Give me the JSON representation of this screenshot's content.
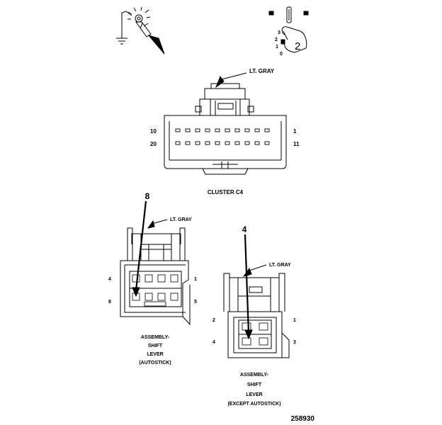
{
  "cluster_connector": {
    "wire_color": "LT. GRAY",
    "pin_left_top": "10",
    "pin_left_bottom": "20",
    "pin_right_top": "1",
    "pin_right_bottom": "11",
    "caption": "CLUSTER C4"
  },
  "autostick_connector": {
    "probe_pin": "8",
    "wire_color": "LT. GRAY",
    "pin_left_top": "4",
    "pin_left_bottom": "8",
    "pin_right_top": "1",
    "pin_right_bottom": "5",
    "caption_line1": "ASSEMBLY-",
    "caption_line2": "SHIFT",
    "caption_line3": "LEVER",
    "caption_line4": "(AUTOSTICK)"
  },
  "except_connector": {
    "probe_pin": "4",
    "wire_color": "LT. GRAY",
    "pin_left_top": "2",
    "pin_left_bottom": "4",
    "pin_right_top": "1",
    "pin_right_bottom": "3",
    "caption_line1": "ASSEMBLY-",
    "caption_line2": "SHIFT",
    "caption_line3": "LEVER",
    "caption_line4": "(EXCEPT AUTOSTICK)"
  },
  "key_icon": {
    "number": "2",
    "pin_labels": [
      "3",
      "2",
      "1",
      "0"
    ]
  },
  "figure_number": "258930"
}
